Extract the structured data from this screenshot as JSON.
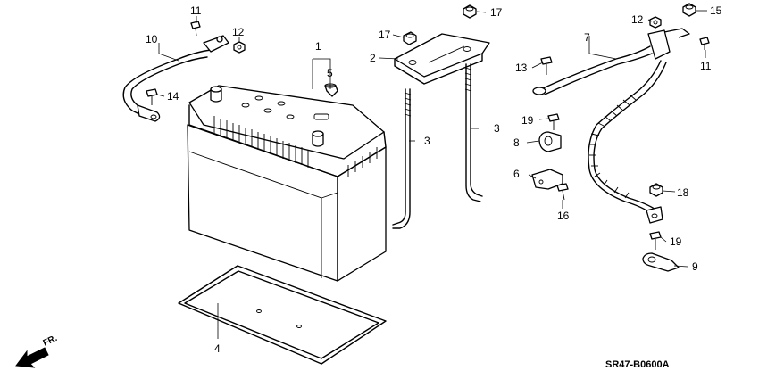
{
  "callouts": [
    {
      "id": "c1",
      "text": "1"
    },
    {
      "id": "c2",
      "text": "2"
    },
    {
      "id": "c3a",
      "text": "3"
    },
    {
      "id": "c3b",
      "text": "3"
    },
    {
      "id": "c4",
      "text": "4"
    },
    {
      "id": "c5",
      "text": "5"
    },
    {
      "id": "c6",
      "text": "6"
    },
    {
      "id": "c7",
      "text": "7"
    },
    {
      "id": "c8",
      "text": "8"
    },
    {
      "id": "c9",
      "text": "9"
    },
    {
      "id": "c10",
      "text": "10"
    },
    {
      "id": "c11a",
      "text": "11"
    },
    {
      "id": "c11b",
      "text": "11"
    },
    {
      "id": "c12a",
      "text": "12"
    },
    {
      "id": "c12b",
      "text": "12"
    },
    {
      "id": "c13",
      "text": "13"
    },
    {
      "id": "c14",
      "text": "14"
    },
    {
      "id": "c15",
      "text": "15"
    },
    {
      "id": "c16",
      "text": "16"
    },
    {
      "id": "c17a",
      "text": "17"
    },
    {
      "id": "c17b",
      "text": "17"
    },
    {
      "id": "c18",
      "text": "18"
    },
    {
      "id": "c19a",
      "text": "19"
    },
    {
      "id": "c19b",
      "text": "19"
    }
  ],
  "front_marker": "FR.",
  "diagram_code": "SR47-B0600A"
}
